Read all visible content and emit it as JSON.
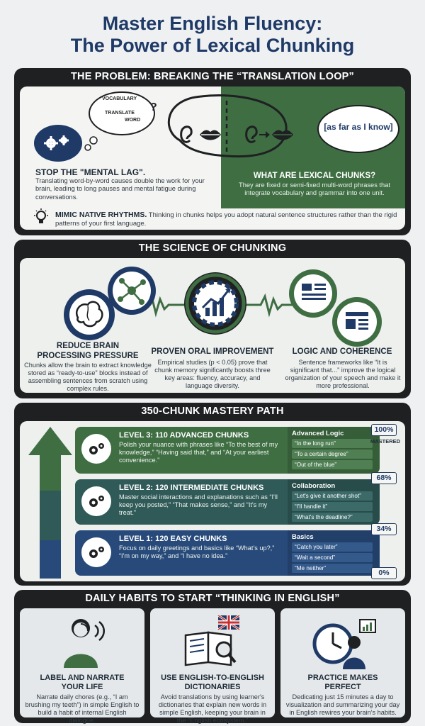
{
  "title": {
    "line1": "Master English Fluency:",
    "line2": "The Power of Lexical Chunking"
  },
  "problem": {
    "header": "THE PROBLEM: BREAKING THE “TRANSLATION LOOP”",
    "thought_words": [
      "VOCABULARY",
      "TRANSLATE",
      "WORD"
    ],
    "chunk_bubble": "[as far as I know]",
    "left_heading": "STOP THE \"MENTAL LAG\".",
    "left_text": "Translating word-by-word causes double the work for your brain, leading to long pauses and mental fatigue during conversations.",
    "right_heading": "WHAT ARE LEXICAL CHUNKS?",
    "right_text": "They are fixed or semi-fixed multi-word phrases that integrate vocabulary and grammar into one unit.",
    "mimic_heading": "MIMIC NATIVE RHYTHMS.",
    "mimic_text": " Thinking in chunks helps you adopt natural sentence structures rather than the rigid patterns of your first language."
  },
  "science": {
    "header": "THE SCIENCE OF CHUNKING",
    "col1_heading_line1": "REDUCE BRAIN",
    "col1_heading_line2": "PROCESSING PRESSURE",
    "col1_text": "Chunks allow the brain to extract knowledge stored as “ready-to-use” blocks instead of assembling sentences from scratch using complex rules.",
    "col2_heading": "PROVEN ORAL IMPROVEMENT",
    "col2_text": "Empirical studies (p < 0.05) prove that chunk memory significantly boosts three key areas: fluency, accuracy, and language diversity.",
    "col3_heading": "LOGIC AND COHERENCE",
    "col3_text": "Sentence frameworks like “It is significant that...” improve the logical organization of your speech and make it more professional."
  },
  "mastery": {
    "header": "350-CHUNK MASTERY PATH",
    "levels": [
      {
        "title": "LEVEL 3: 110 ADVANCED CHUNKS",
        "text": "Polish your nuance with phrases like “To the best of my knowledge,” “Having said that,” and “At your earliest convenience.”",
        "category": "Advanced Logic",
        "examples": [
          "“In the long run”",
          "“To a certain degree”",
          "“Out of the blue”"
        ]
      },
      {
        "title": "LEVEL 2: 120 INTERMEDIATE CHUNKS",
        "text": "Master social interactions and explanations such as “I'll keep you posted,” “That makes sense,” and “It's my treat.”",
        "category": "Collaboration",
        "examples": [
          "“Let's give it another shot”",
          "“I'll handle it”",
          "“What's the deadline?”"
        ]
      },
      {
        "title": "LEVEL 1: 120 EASY CHUNKS",
        "text": "Focus on daily greetings and basics like “What's up?,” “I'm on my way,” and “I have no idea.”",
        "category": "Basics",
        "examples": [
          "“Catch you later”",
          "“Wait a second”",
          "“Me neither”"
        ]
      }
    ],
    "percents": [
      "100%",
      "68%",
      "34%",
      "0%"
    ],
    "mastered_label": "MASTERED"
  },
  "habits": {
    "header": "DAILY HABITS TO START “THINKING IN ENGLISH”",
    "items": [
      {
        "heading_line1": "LABEL AND NARRATE",
        "heading_line2": "YOUR LIFE",
        "text": "Narrate daily chores (e.g., “I am brushing my teeth”) in simple English to build a habit of internal English dialogue."
      },
      {
        "heading_line1": "USE ENGLISH-TO-ENGLISH",
        "heading_line2": "DICTIONARIES",
        "text": "Avoid translations by using learner's dictionaries that explain new words in simple English, keeping your brain in the “English ecosystem.”"
      },
      {
        "heading_line1": "PRACTICE MAKES",
        "heading_line2": "PERFECT",
        "text": "Dedicating just 15 minutes a day to visualization and summarizing your day in English rewires your brain's habits."
      }
    ]
  },
  "colors": {
    "navy": "#1f3a66",
    "green": "#3f6e43",
    "panel": "#1e2022",
    "level3": "#3f6e43",
    "level2": "#2f5a58",
    "level1": "#284a7a"
  },
  "icons": [
    "gears-icon",
    "thought-bubble-icon",
    "ear-icon",
    "lips-icon",
    "lightbulb-icon",
    "brain-icon",
    "network-icon",
    "gear-chart-icon",
    "document-icon",
    "person-speaking-icon",
    "dictionary-icon",
    "clock-icon"
  ]
}
